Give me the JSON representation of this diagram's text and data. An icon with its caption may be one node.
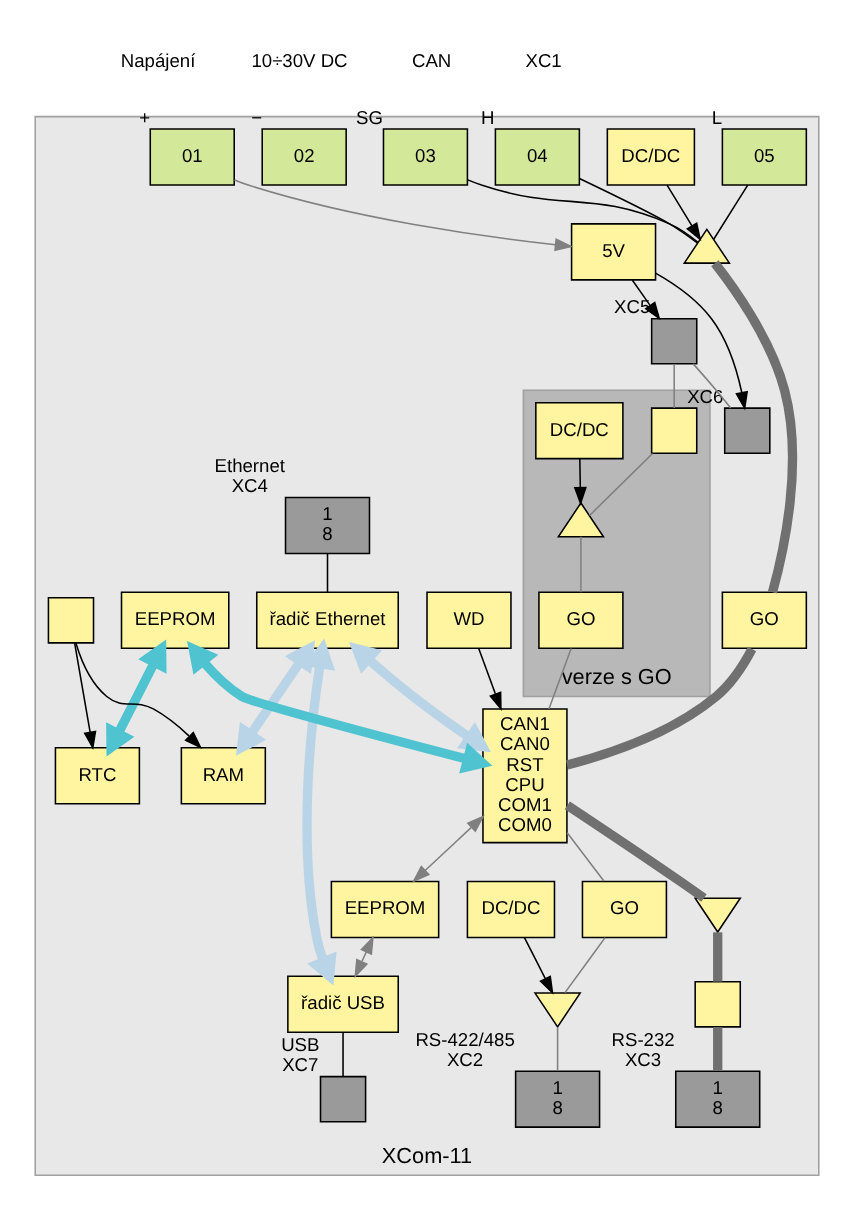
{
  "diagram": {
    "nodes": [
      {
        "text": [
          "XCom-11"
        ]
      },
      {
        "text": [
          "01"
        ],
        "in": 0,
        "beside": [
          "+"
        ]
      },
      {
        "text": [
          "02"
        ],
        "in": 0,
        "beside": [
          "−"
        ]
      },
      {
        "text": [
          "03"
        ],
        "in": 0,
        "beside": [
          "SG"
        ]
      },
      {
        "text": [
          "04"
        ],
        "in": 0,
        "beside": [
          "H"
        ]
      },
      {
        "text": [
          "05"
        ],
        "in": 0,
        "beside": [
          "L"
        ]
      },
      {
        "text": [
          "5V"
        ],
        "in": 0
      },
      {
        "text": [
          "DC/DC"
        ],
        "in": 0
      },
      {
        "text": [],
        "shape": "triangle",
        "in": 0
      },
      {
        "text": [
          "1",
          "8"
        ],
        "in": 0,
        "beside": [
          "Ethernet",
          "XC4"
        ]
      },
      {
        "text": [
          "řadič Ethernet"
        ],
        "in": 0
      },
      {
        "text": [
          "verze s GO"
        ],
        "in": 0
      },
      {
        "text": [],
        "shape": "box",
        "in": 11
      },
      {
        "text": [],
        "shape": "triangle",
        "in": 11
      },
      {
        "text": [
          "GO"
        ],
        "in": 11
      },
      {
        "text": [
          "DC/DC"
        ],
        "in": 11
      },
      {
        "text": [
          "GO"
        ],
        "in": 0
      },
      {
        "text": [
          "WD"
        ],
        "in": 0
      },
      {
        "text": [
          "CAN1",
          "CAN0",
          "RST",
          "CPU",
          "COM1",
          "COM0"
        ],
        "in": 0
      },
      {
        "text": [
          "RAM"
        ],
        "in": 0
      },
      {
        "text": [],
        "shape": "box",
        "in": 0,
        "beside": [
          "XC5"
        ]
      },
      {
        "text": [],
        "shape": "box",
        "in": 0,
        "beside": [
          "XC6"
        ]
      },
      {
        "text": [
          "EEPROM"
        ],
        "in": 0
      },
      {
        "text": [
          "RTC"
        ],
        "in": 0
      },
      {
        "text": [],
        "shape": "box",
        "in": 0
      },
      {
        "text": [
          "GO"
        ],
        "in": 0
      },
      {
        "text": [
          "DC/DC"
        ],
        "in": 0
      },
      {
        "text": [],
        "shape": "triangle",
        "in": 0
      },
      {
        "text": [
          "1",
          "8"
        ],
        "in": 0,
        "beside": [
          "RS-422/485",
          "XC2"
        ]
      },
      {
        "text": [],
        "shape": "triangle",
        "in": 0
      },
      {
        "text": [],
        "shape": "box",
        "in": 0
      },
      {
        "text": [
          "1",
          "8"
        ],
        "in": 0,
        "beside": [
          "RS-232",
          "XC3"
        ]
      },
      {
        "text": [
          "EEPROM"
        ],
        "in": 0
      },
      {
        "text": [
          "řadič USB"
        ],
        "in": 0
      },
      {
        "text": [],
        "shape": "box",
        "in": 0,
        "beside": [
          "USB",
          "XC7"
        ]
      }
    ],
    "edges": [
      {
        "from": 1,
        "to": 6,
        "arrow": "to",
        "color": "#808080"
      },
      {
        "from": 3,
        "to": 8,
        "arrow": "none"
      },
      {
        "from": 4,
        "to": 8,
        "arrow": "none"
      },
      {
        "from": 5,
        "to": 8,
        "arrow": "none"
      },
      {
        "from": 7,
        "to": 8,
        "arrow": "to"
      },
      {
        "from": 6,
        "to": 20,
        "arrow": "to"
      },
      {
        "from": 6,
        "to": 21,
        "arrow": "to"
      },
      {
        "from": 8,
        "to": 16,
        "arrow": "none",
        "style": "thick",
        "color": "#707070"
      },
      {
        "from": 16,
        "to": 18,
        "arrow": "none",
        "style": "thick",
        "color": "#707070"
      },
      {
        "from": 9,
        "to": 10,
        "arrow": "none"
      },
      {
        "from": 10,
        "to": 19,
        "arrow": "both",
        "style": "thick",
        "color": "#b8d4e6"
      },
      {
        "from": 10,
        "to": 18,
        "arrow": "both",
        "style": "thick",
        "color": "#b8d4e6"
      },
      {
        "from": 10,
        "to": 33,
        "arrow": "both",
        "style": "thick",
        "color": "#b8d4e6"
      },
      {
        "from": 20,
        "to": 21,
        "arrow": "none",
        "color": "#808080"
      },
      {
        "from": 20,
        "to": 12,
        "arrow": "none",
        "color": "#808080"
      },
      {
        "from": 12,
        "to": 13,
        "arrow": "none",
        "color": "#808080"
      },
      {
        "from": 13,
        "to": 14,
        "arrow": "none",
        "color": "#808080"
      },
      {
        "from": 14,
        "to": 18,
        "arrow": "none",
        "color": "#808080"
      },
      {
        "from": 15,
        "to": 13,
        "arrow": "to"
      },
      {
        "from": 17,
        "to": 18,
        "arrow": "to"
      },
      {
        "from": 24,
        "to": 23,
        "arrow": "to"
      },
      {
        "from": 24,
        "to": 19,
        "arrow": "to"
      },
      {
        "from": 22,
        "to": 23,
        "arrow": "both",
        "style": "thick",
        "color": "#4fc3d0"
      },
      {
        "from": 22,
        "to": 18,
        "arrow": "both",
        "style": "thick",
        "color": "#4fc3d0"
      },
      {
        "from": 18,
        "to": 25,
        "arrow": "none",
        "color": "#808080"
      },
      {
        "from": 25,
        "to": 27,
        "arrow": "none",
        "color": "#808080"
      },
      {
        "from": 26,
        "to": 27,
        "arrow": "to"
      },
      {
        "from": 27,
        "to": 28,
        "arrow": "none",
        "color": "#808080"
      },
      {
        "from": 18,
        "to": 29,
        "arrow": "none",
        "style": "thick",
        "color": "#707070"
      },
      {
        "from": 29,
        "to": 30,
        "arrow": "none",
        "style": "thick",
        "color": "#707070"
      },
      {
        "from": 30,
        "to": 31,
        "arrow": "none",
        "style": "thick",
        "color": "#707070"
      },
      {
        "from": 18,
        "to": 32,
        "arrow": "both",
        "color": "#808080"
      },
      {
        "from": 32,
        "to": 33,
        "arrow": "both",
        "color": "#808080"
      },
      {
        "from": 33,
        "to": 34,
        "arrow": "none"
      }
    ],
    "labels": [
      "Napájení",
      "10÷30V DC",
      "CAN",
      "XC1"
    ]
  }
}
